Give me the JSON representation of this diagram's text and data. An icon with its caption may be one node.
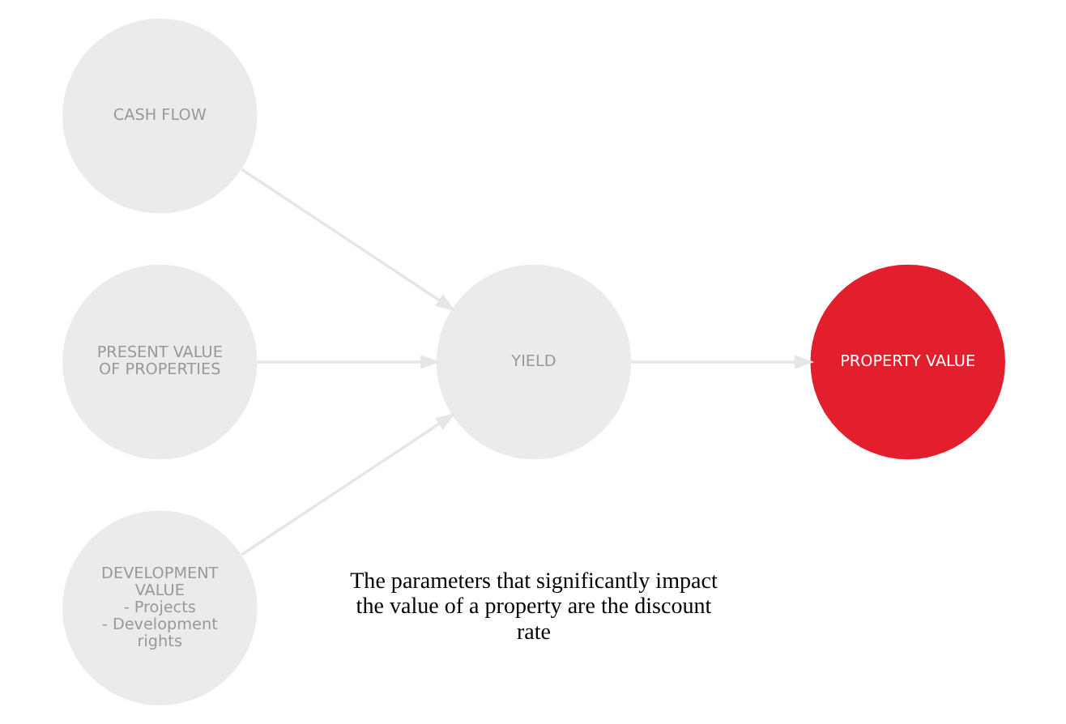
{
  "diagram": {
    "nodes": [
      {
        "text": [
          "CASH FLOW"
        ]
      },
      {
        "text": [
          "PRESENT VALUE OF PROPERTIES"
        ]
      },
      {
        "text": [
          "YIELD"
        ]
      },
      {
        "text": [
          "PROPERTY VALUE"
        ]
      },
      {
        "text": [
          "DEVELOPMENT VALUE",
          "- Projects",
          "- Development rights"
        ]
      }
    ],
    "edges": [
      {
        "from": 0,
        "to": 2,
        "arrow": "to"
      },
      {
        "from": 1,
        "to": 2,
        "arrow": "to"
      },
      {
        "from": 2,
        "to": 3,
        "arrow": "to"
      },
      {
        "from": 4,
        "to": 2,
        "arrow": "to"
      }
    ],
    "labels": [
      "The parameters that significantly impact the value of a property are the discount rate"
    ]
  }
}
